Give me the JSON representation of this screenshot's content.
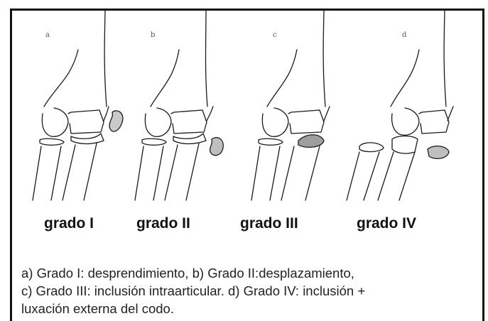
{
  "panels": [
    {
      "letter": "a",
      "label": "grado I"
    },
    {
      "letter": "b",
      "label": "grado II"
    },
    {
      "letter": "c",
      "label": "grado III"
    },
    {
      "letter": "d",
      "label": "grado IV"
    }
  ],
  "caption": {
    "line1": "a) Grado I: desprendimiento, b) Grado II:desplazamiento,",
    "line2": "c) Grado III: inclusión intraarticular. d) Grado IV: inclusión +",
    "line3": "luxación externa del codo."
  }
}
